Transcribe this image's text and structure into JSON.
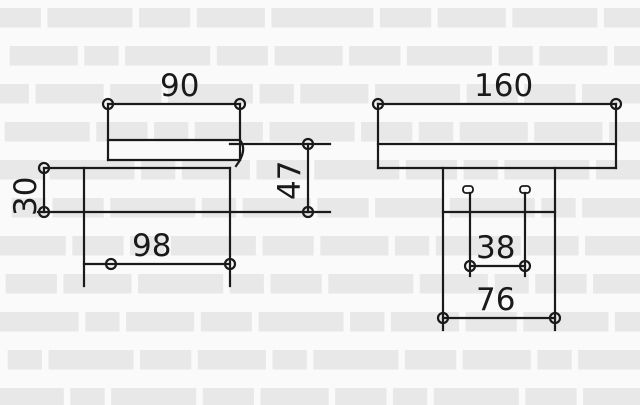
{
  "dimensions": {
    "left_top_width": "90",
    "left_height_total": "47",
    "left_base_height": "30",
    "left_base_width": "98",
    "right_top_width": "160",
    "right_inner_spacing": "38",
    "right_outer_width": "76"
  }
}
